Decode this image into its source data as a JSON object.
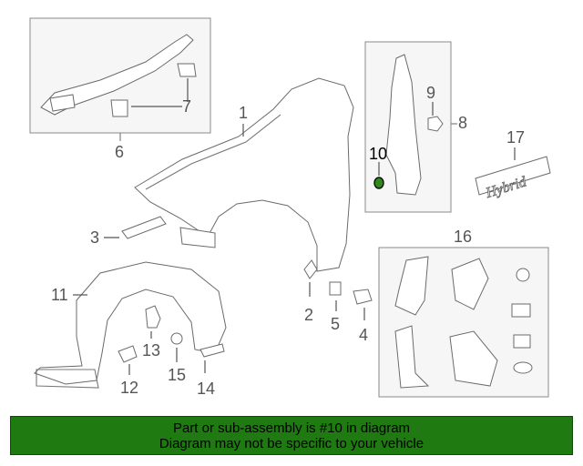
{
  "callouts": {
    "c1": "1",
    "c2": "2",
    "c3": "3",
    "c4": "4",
    "c5": "5",
    "c6": "6",
    "c7": "7",
    "c8": "8",
    "c9": "9",
    "c10": "10",
    "c11": "11",
    "c12": "12",
    "c13": "13",
    "c14": "14",
    "c15": "15",
    "c16": "16",
    "c17": "17"
  },
  "emblem_text": "Hybrid",
  "highlighted_part": "10",
  "banner": {
    "line1": "Part or sub-assembly is #10 in diagram",
    "line2": "Diagram may not be specific to your vehicle",
    "bg_color": "#1f7a12"
  },
  "colors": {
    "highlight_part": "#2e8b1a"
  }
}
